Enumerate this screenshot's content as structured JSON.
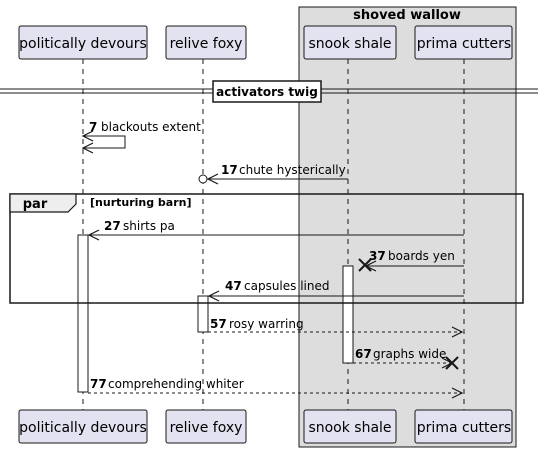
{
  "group": {
    "title": "shoved wallow"
  },
  "participants": [
    {
      "id": "p1",
      "label": "politically devours"
    },
    {
      "id": "p2",
      "label": "relive foxy"
    },
    {
      "id": "p3",
      "label": "snook shale"
    },
    {
      "id": "p4",
      "label": "prima cutters"
    }
  ],
  "divider": {
    "label": "activators twig"
  },
  "fragment": {
    "keyword": "par",
    "condition": "[nurturing barn]"
  },
  "messages": [
    {
      "num": "7",
      "text": "blackouts extent"
    },
    {
      "num": "17",
      "text": "chute hysterically"
    },
    {
      "num": "27",
      "text": "shirts pa"
    },
    {
      "num": "37",
      "text": "boards yen"
    },
    {
      "num": "47",
      "text": "capsules lined"
    },
    {
      "num": "57",
      "text": "rosy warring"
    },
    {
      "num": "67",
      "text": "graphs wide"
    },
    {
      "num": "77",
      "text": "comprehending whiter"
    }
  ],
  "colors": {
    "participant_fill": "#e2e2f0",
    "participant_border": "#181818",
    "group_fill": "#dddddd",
    "line": "#181818"
  }
}
